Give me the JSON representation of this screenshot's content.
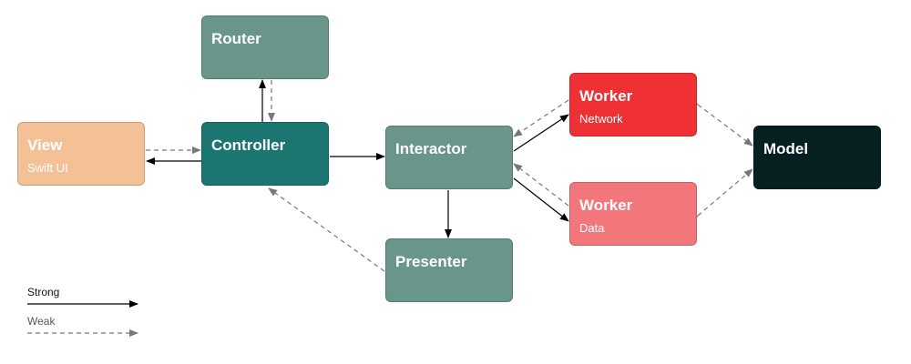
{
  "colors": {
    "router": "#69958a",
    "view": "#f4c197",
    "controller": "#1b7570",
    "interactor": "#69958a",
    "presenter": "#69958a",
    "worker_network": "#ef3035",
    "worker_data": "#f2767a",
    "model": "#061f21",
    "strong_edge": "#000000",
    "weak_edge": "#777777"
  },
  "nodes": {
    "router": {
      "title": "Router"
    },
    "view": {
      "title": "View",
      "subtitle": "Swift UI"
    },
    "controller": {
      "title": "Controller"
    },
    "interactor": {
      "title": "Interactor"
    },
    "presenter": {
      "title": "Presenter"
    },
    "worker_network": {
      "title": "Worker",
      "subtitle": "Network"
    },
    "worker_data": {
      "title": "Worker",
      "subtitle": "Data"
    },
    "model": {
      "title": "Model"
    }
  },
  "legend": {
    "strong": "Strong",
    "weak": "Weak"
  }
}
